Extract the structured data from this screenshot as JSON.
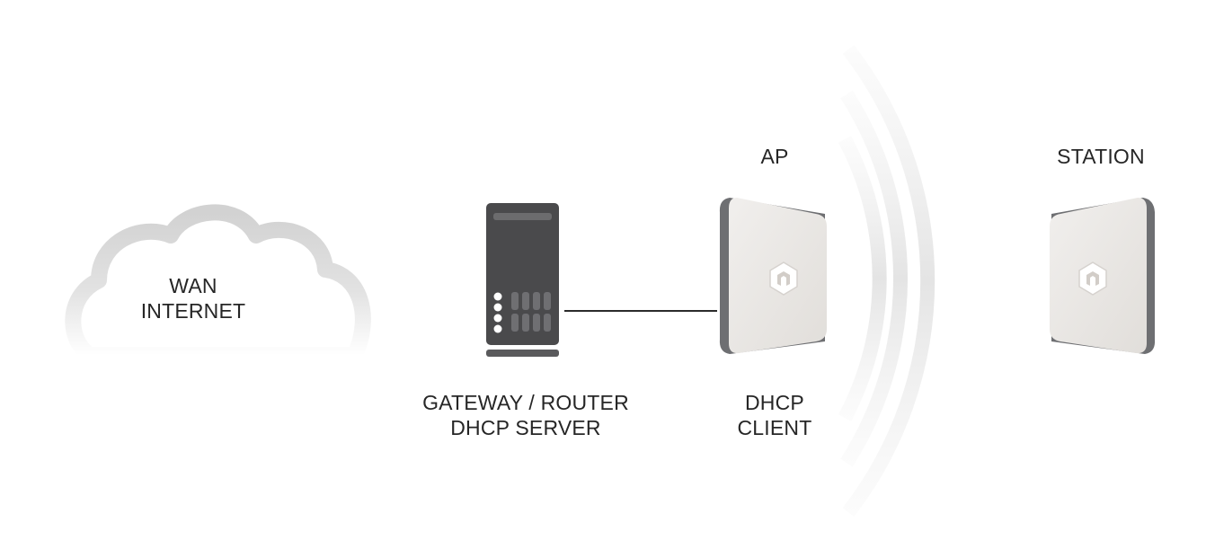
{
  "cloud": {
    "line1": "WAN",
    "line2": "INTERNET"
  },
  "router": {
    "line1": "GATEWAY / ROUTER",
    "line2": "DHCP SERVER"
  },
  "ap": {
    "title": "AP",
    "line1": "DHCP",
    "line2": "CLIENT"
  },
  "station": {
    "title": "STATION"
  },
  "icons": {
    "cloud": "cloud-icon",
    "router": "server-tower-icon",
    "ap": "access-point-icon",
    "station": "station-antenna-icon",
    "signal": "wireless-signal-icon",
    "logo": "hex-logo-icon"
  },
  "colors": {
    "link": "#2b2b2b",
    "router_body": "#4a4a4c",
    "device_face": "#ece9e6",
    "device_edge": "#6e6f72",
    "signal": "#e6e6e6"
  }
}
